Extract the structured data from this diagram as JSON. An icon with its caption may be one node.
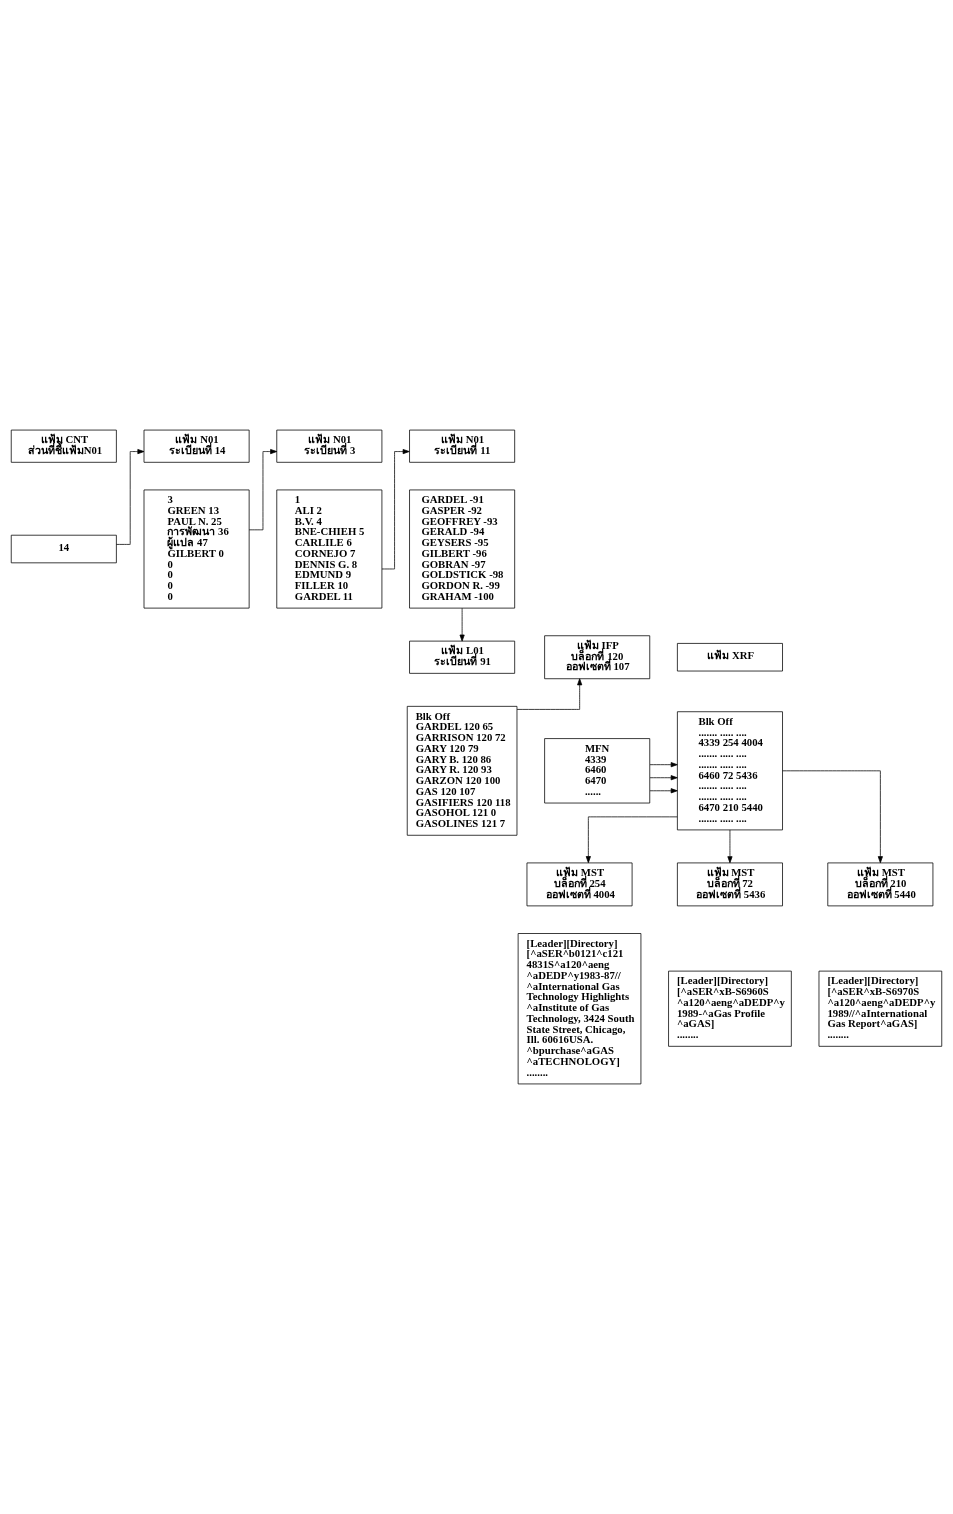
{
  "diagram": {
    "nodes": [
      {
        "text": [
          "แฟ้ม CNT",
          "ส่วนที่ชี้แฟ้มN01"
        ]
      },
      {
        "text": [
          "14"
        ]
      },
      {
        "text": [
          "แฟ้ม N01",
          "ระเบียนที่ 14"
        ]
      },
      {
        "text": [
          "3",
          "GREEN 13",
          "PAUL N. 25",
          "การพัฒนา 36",
          "ผู้แปล 47",
          "GILBERT 0",
          "0",
          "0",
          "0",
          "0"
        ]
      },
      {
        "text": [
          "แฟ้ม N01",
          "ระเบียนที่ 3"
        ]
      },
      {
        "text": [
          "1",
          "ALI 2",
          "B.V. 4",
          "BNE-CHIEH 5",
          "CARLILE 6",
          "CORNEJO 7",
          "DENNIS G. 8",
          "EDMUND 9",
          "FILLER 10",
          "GARDEL 11"
        ]
      },
      {
        "text": [
          "แฟ้ม N01",
          "ระเบียนที่ 11"
        ]
      },
      {
        "text": [
          "GARDEL -91",
          "GASPER -92",
          "GEOFFREY -93",
          "GERALD -94",
          "GEYSERS -95",
          "GILBERT -96",
          "GOBRAN -97",
          "GOLDSTICK -98",
          "GORDON R. -99",
          "GRAHAM -100"
        ]
      },
      {
        "text": [
          "แฟ้ม L01",
          "ระเบียนที่ 91"
        ]
      },
      {
        "text": [
          "Blk Off",
          "GARDEL 120 65",
          "GARRISON 120 72",
          "GARY 120 79",
          "GARY B. 120 86",
          "GARY R. 120 93",
          "GARZON 120 100",
          "GAS 120 107",
          "GASIFIERS 120 118",
          "GASOHOL 121 0",
          "GASOLINES 121 7"
        ]
      },
      {
        "text": [
          "แฟ้ม IFP",
          "บล็อกที่ 120",
          "ออฟเซตที่ 107"
        ]
      },
      {
        "text": [
          "แฟ้ม XRF"
        ]
      },
      {
        "text": [
          "MFN",
          "4339",
          "6460",
          "6470",
          "......"
        ]
      },
      {
        "text": [
          "Blk Off",
          "....... ..... ....",
          "4339 254 4004",
          "....... ..... ....",
          "....... ..... ....",
          "6460 72 5436",
          "....... ..... ....",
          "....... ..... ....",
          "6470 210 5440",
          "....... ..... ...."
        ]
      },
      {
        "text": [
          "แฟ้ม MST",
          "บล็อกที่ 254",
          "ออฟเซตที่ 4004"
        ]
      },
      {
        "text": [
          "แฟ้ม MST",
          "บล็อกที่ 72",
          "ออฟเซตที่ 5436"
        ]
      },
      {
        "text": [
          "แฟ้ม MST",
          "บล็อกที่ 210",
          "ออฟเซตที่ 5440"
        ]
      },
      {
        "text": [
          "[Leader][Directory]",
          "[^aSER^b0121^c121 4831S^a120^aeng ^aDEDP^y1983-87// ^aInternational Gas Technology Highlights ^aInstitute of Gas Technology, 3424 South State Street, Chicago, Ill. 60616USA. ^bpurchase^aGAS ^aTECHNOLOGY]",
          "........"
        ]
      },
      {
        "text": [
          "[Leader][Directory]",
          "[^aSER^xB-S6960S ^a120^aeng^aDEDP^y 1989-^aGas Profile ^aGAS]",
          "........"
        ]
      },
      {
        "text": [
          "[Leader][Directory]",
          "[^aSER^xB-S6970S ^a120^aeng^aDEDP^y 1989//^aInternational Gas Report^aGAS]",
          "........"
        ]
      }
    ],
    "edges": [
      {
        "from": 1,
        "to": 2,
        "arrow": "to"
      },
      {
        "from": 3,
        "to": 4,
        "arrow": "to"
      },
      {
        "from": 5,
        "to": 6,
        "arrow": "to"
      },
      {
        "from": 7,
        "to": 8,
        "arrow": "to"
      },
      {
        "from": 9,
        "to": 10,
        "arrow": "to"
      },
      {
        "from": 12,
        "to": 13,
        "arrow": "to"
      },
      {
        "from": 12,
        "to": 13,
        "arrow": "to"
      },
      {
        "from": 12,
        "to": 13,
        "arrow": "to"
      },
      {
        "from": 13,
        "to": 14,
        "arrow": "to"
      },
      {
        "from": 13,
        "to": 15,
        "arrow": "to"
      },
      {
        "from": 13,
        "to": 16,
        "arrow": "to"
      }
    ]
  }
}
